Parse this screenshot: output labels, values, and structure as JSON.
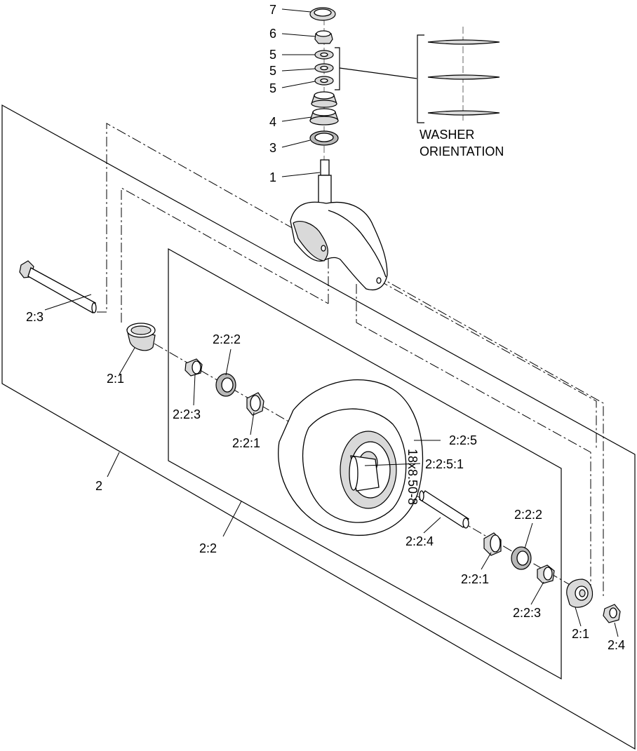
{
  "labels": {
    "p7": "7",
    "p6": "6",
    "p5a": "5",
    "p5b": "5",
    "p5c": "5",
    "p4": "4",
    "p3": "3",
    "p1": "1",
    "washer_line1": "WASHER",
    "washer_line2": "ORIENTATION",
    "p2_3": "2:3",
    "p2_1_left": "2:1",
    "p2_2_2_left": "2:2:2",
    "p2_2_3_left": "2:2:3",
    "p2_2_1_left": "2:2:1",
    "p2_2_5": "2:2:5",
    "p2_2_5_1": "2:2:5:1",
    "p2": "2",
    "p2_2": "2:2",
    "p2_2_4": "2:2:4",
    "p2_2_2_right": "2:2:2",
    "p2_2_1_right": "2:2:1",
    "p2_2_3_right": "2:2:3",
    "p2_1_right": "2:1",
    "p2_4": "2:4"
  }
}
